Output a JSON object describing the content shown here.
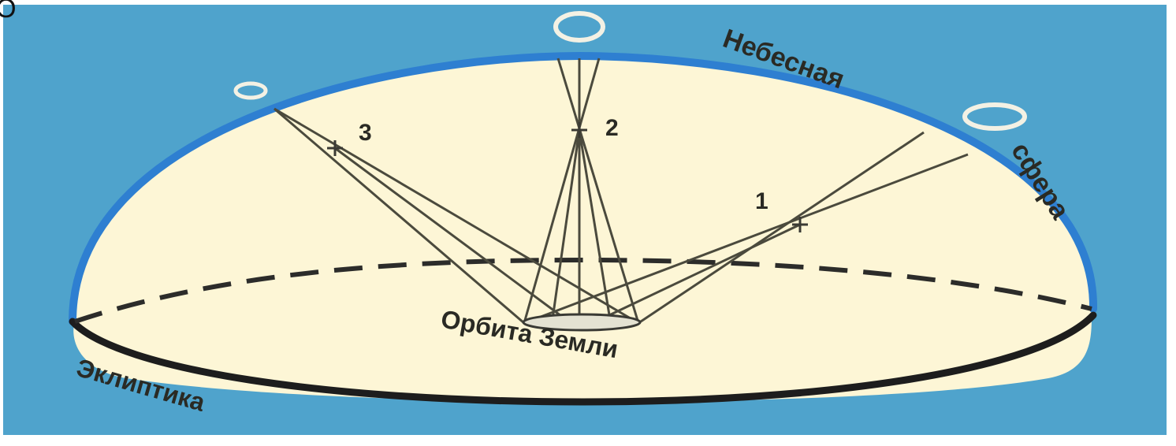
{
  "labels": {
    "celestial_word1": "Небесная",
    "celestial_word2": "сфера",
    "orbit": "Орбита Земли",
    "ecliptic": "Эклиптика",
    "star_1": "1",
    "star_2": "2",
    "star_3": "3",
    "corner_glyph": "Ɔ"
  },
  "colors": {
    "sky": "#4fa3cc",
    "dome_fill": "#fdf6d6",
    "dome_rim": "#2e7fd1",
    "lines": "#4b4a3d",
    "ecliptic_dash": "#2c2c2a"
  }
}
